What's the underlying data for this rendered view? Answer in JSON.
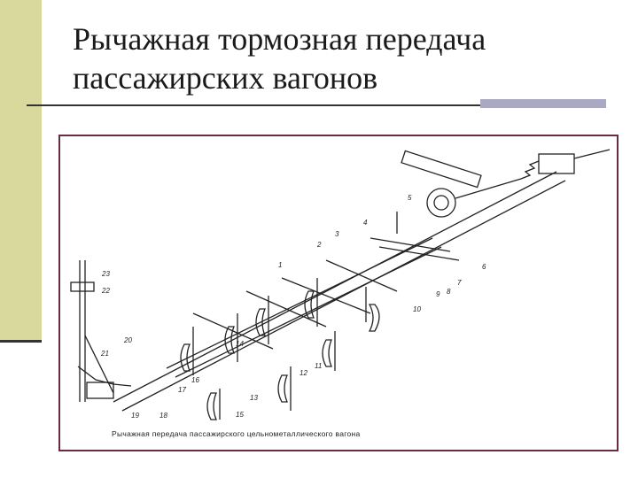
{
  "slide": {
    "title_line1": "Рычажная тормозная передача",
    "title_line2": "пассажирских вагонов"
  },
  "figure": {
    "caption": "Рычажная передача пассажирского цельнометаллического вагона",
    "labels": [
      "1",
      "2",
      "3",
      "4",
      "5",
      "6",
      "7",
      "8",
      "9",
      "10",
      "11",
      "12",
      "13",
      "14",
      "15",
      "16",
      "17",
      "18",
      "19",
      "20",
      "21",
      "22",
      "23"
    ]
  },
  "colors": {
    "accent_band": "#d9d99e",
    "frame": "#6b2b3f",
    "rule_accent": "#a9a9c4"
  }
}
